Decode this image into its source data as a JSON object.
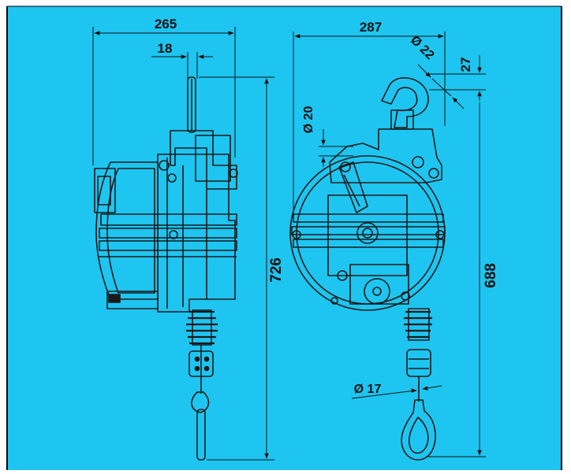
{
  "colors": {
    "background": "#1ec5f0",
    "ink": "#1a1a1a",
    "border": "#000000",
    "page": "#ffffff"
  },
  "dimensions": {
    "side_width": "265",
    "hook_offset": "18",
    "side_height": "726",
    "front_width": "287",
    "hook_diameter": "Ø 22",
    "hook_top": "27",
    "eye_diameter": "Ø 20",
    "front_height": "688",
    "cable_diameter": "Ø 17"
  }
}
